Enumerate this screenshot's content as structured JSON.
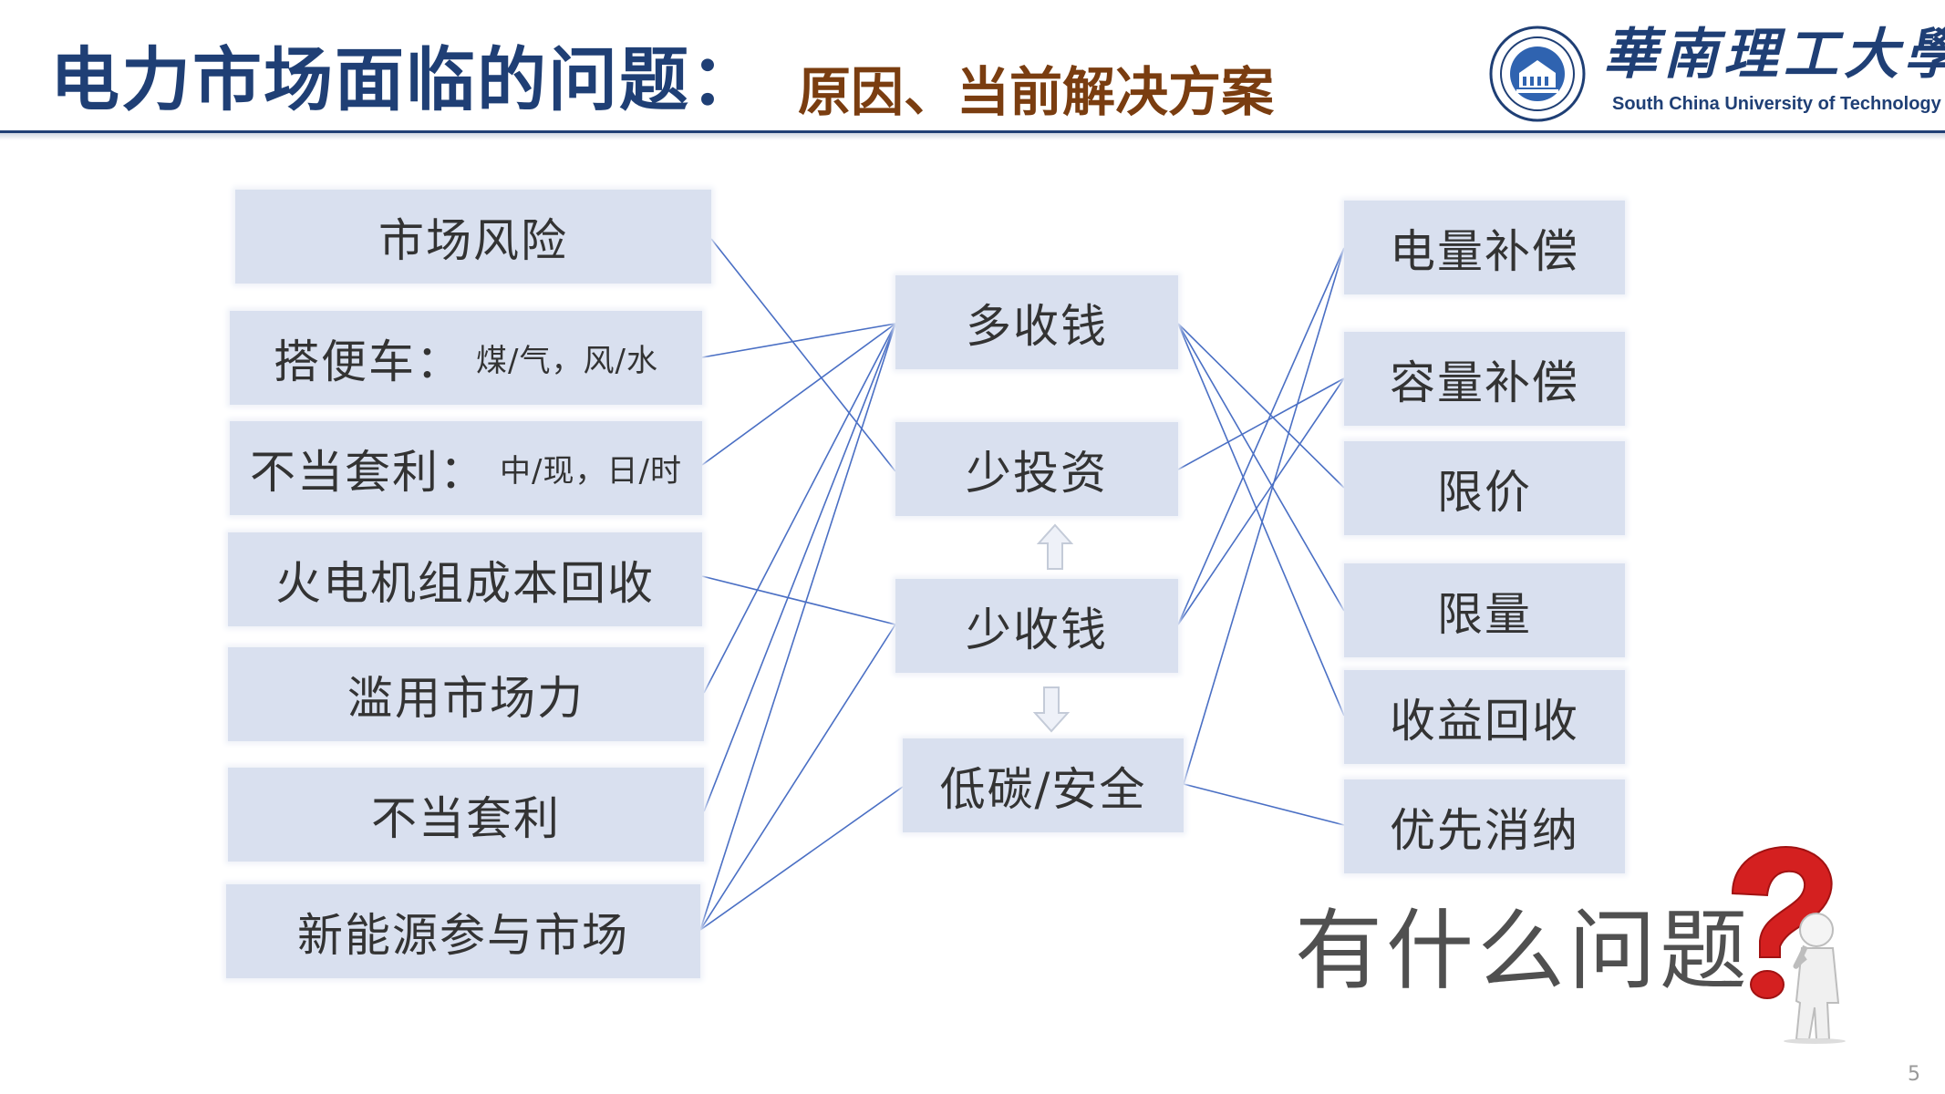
{
  "header": {
    "title_main": "电力市场面临的问题：",
    "title_sub": "原因、当前解决方案",
    "logo_name": "華南理工大學",
    "logo_english": "South China University of Technology"
  },
  "causes": [
    {
      "label": "市场风险",
      "detail": ""
    },
    {
      "label": "搭便车：",
      "detail": "煤/气，风/水"
    },
    {
      "label": "不当套利：",
      "detail": "中/现，日/时"
    },
    {
      "label": "火电机组成本回收",
      "detail": ""
    },
    {
      "label": "滥用市场力",
      "detail": ""
    },
    {
      "label": "不当套利",
      "detail": ""
    },
    {
      "label": "新能源参与市场",
      "detail": ""
    }
  ],
  "effects": [
    "多收钱",
    "少投资",
    "少收钱",
    "低碳/安全"
  ],
  "solutions": [
    "电量补偿",
    "容量补偿",
    "限价",
    "限量",
    "收益回收",
    "优先消纳"
  ],
  "question": "有什么问题",
  "page_number": "5",
  "colors": {
    "title": "#1f3f75",
    "subtitle": "#7a3d10",
    "box_fill": "#d9e0ef",
    "line": "#4a6fc4",
    "question_mark": "#d42020"
  }
}
